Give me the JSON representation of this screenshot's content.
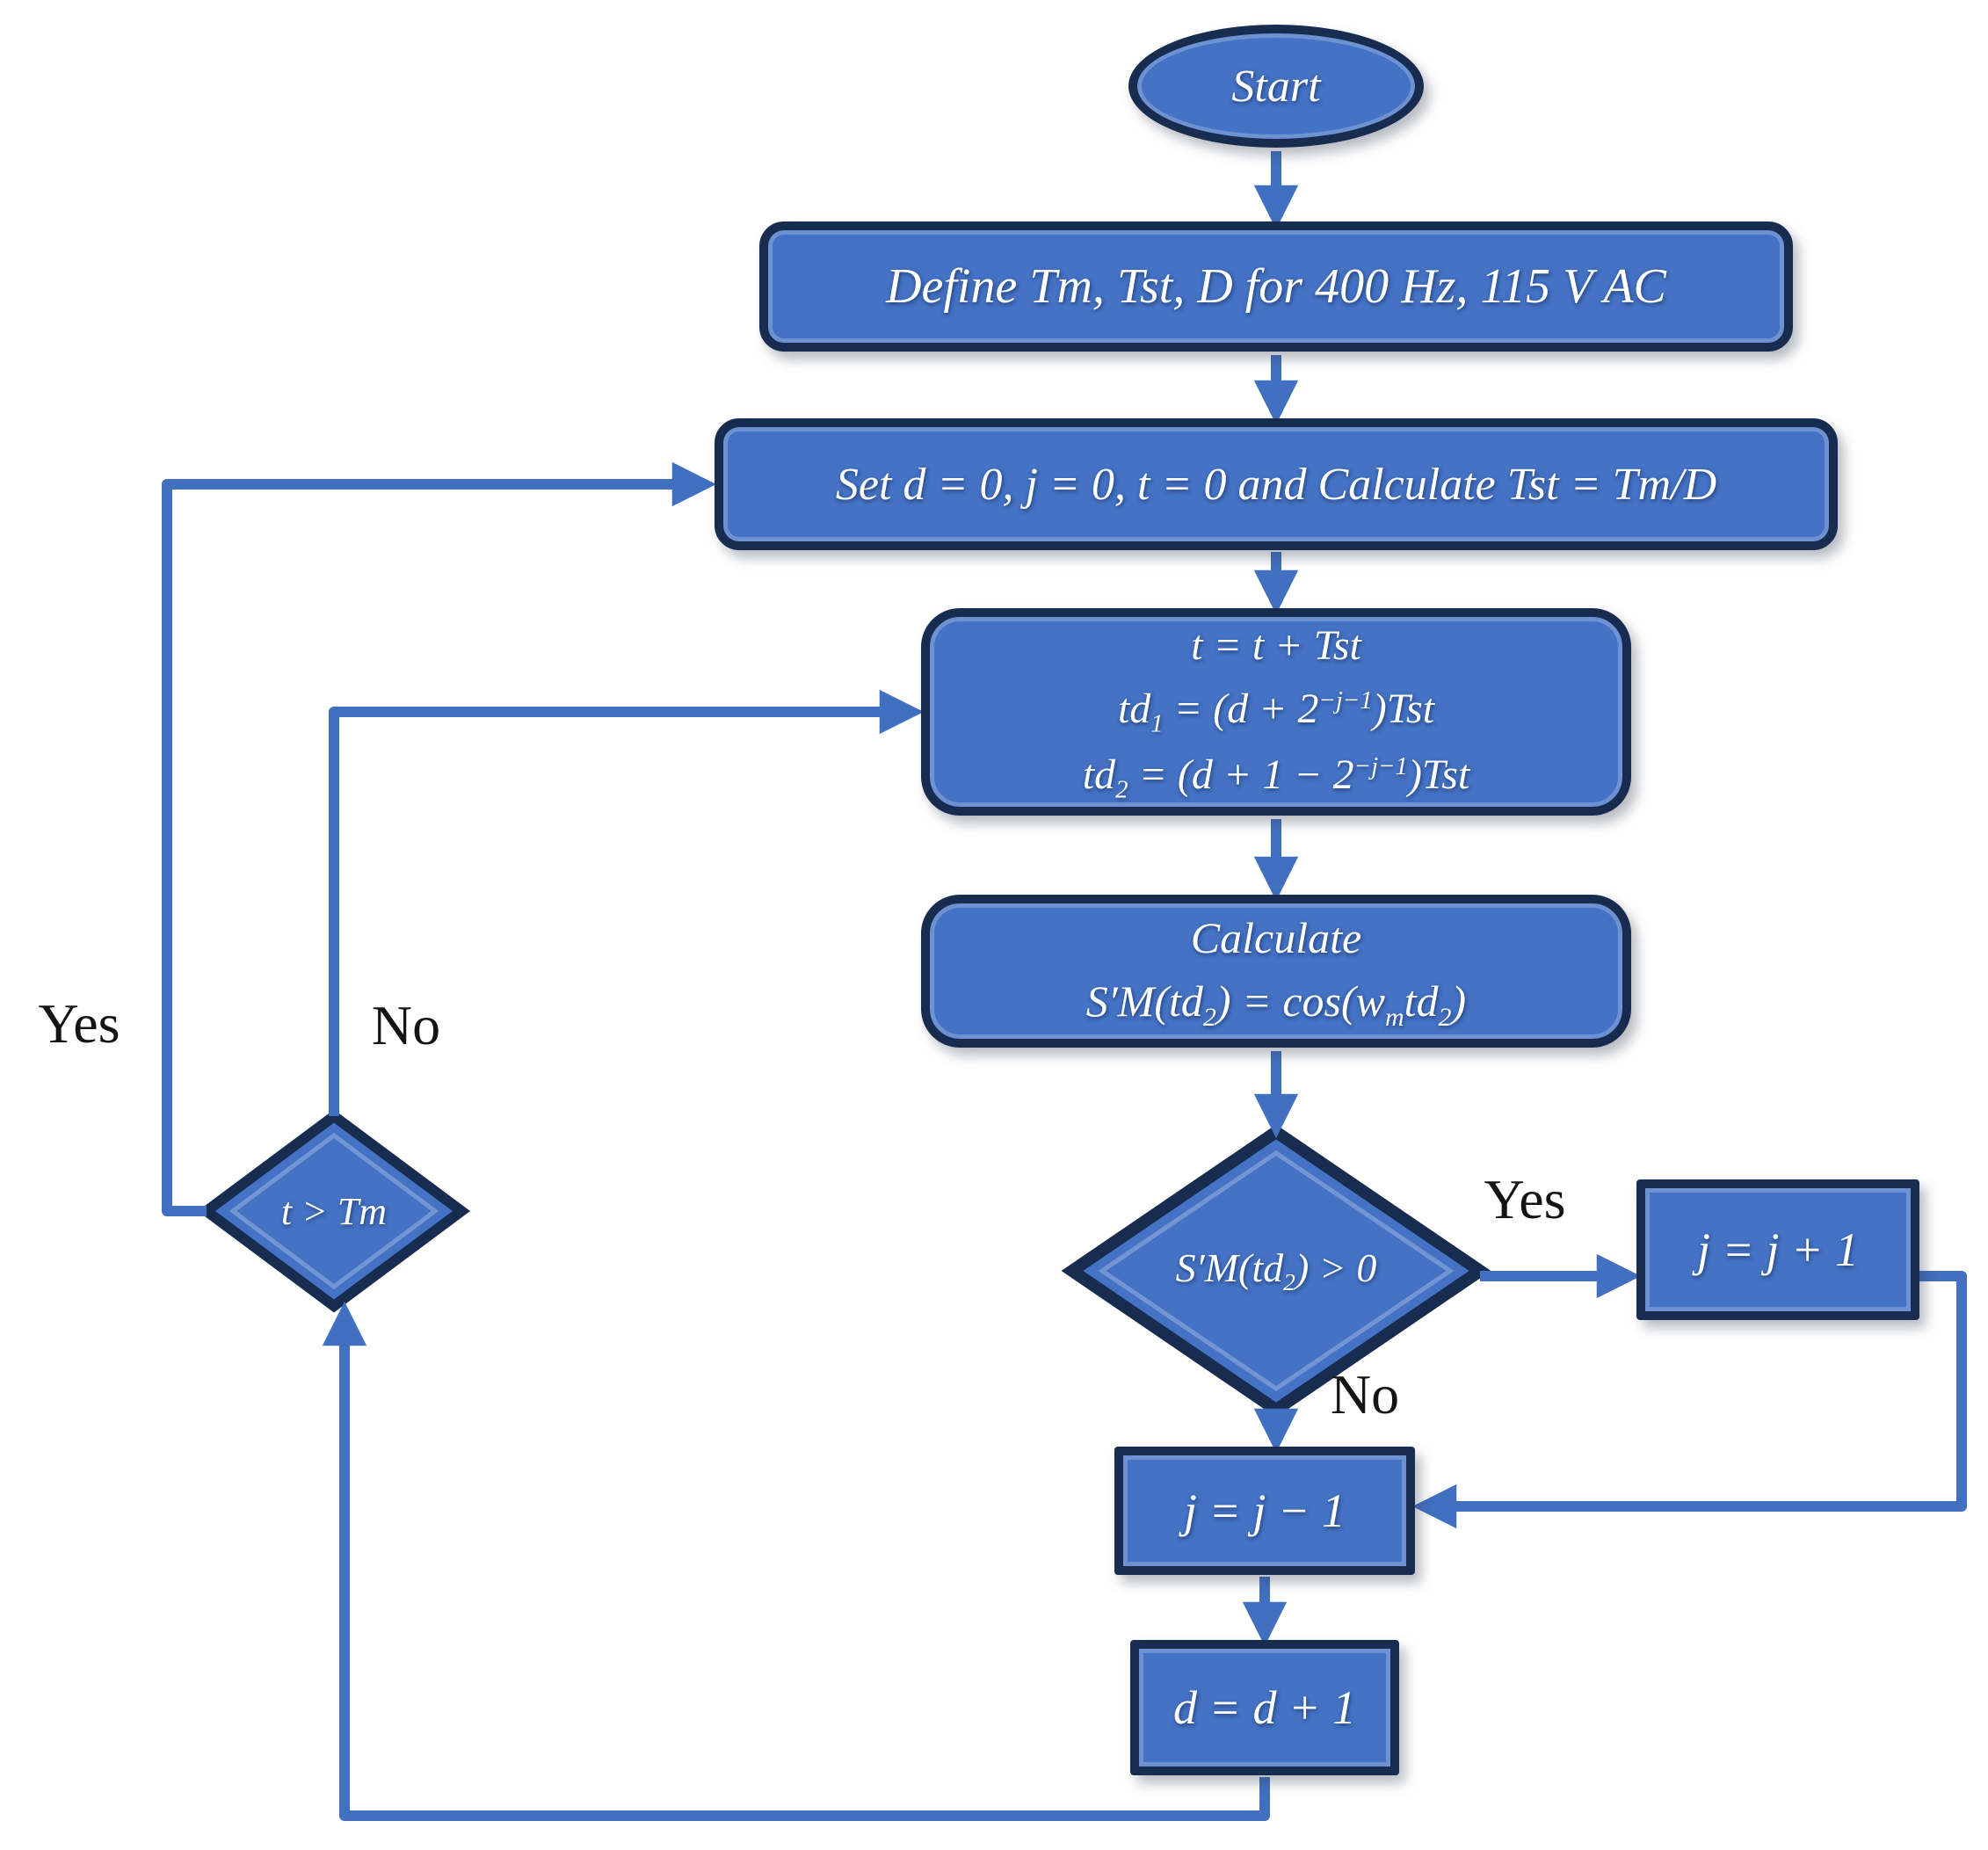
{
  "palette": {
    "shape_fill": "#4472c4",
    "shape_border": "#182c50",
    "connector": "#4170c0",
    "label_text": "#141414",
    "node_text": "#ffffff"
  },
  "nodes": {
    "start": {
      "lines": [
        [
          {
            "t": "Start"
          }
        ]
      ]
    },
    "define": {
      "lines": [
        [
          {
            "t": "Define Tm, Tst, D for 400 Hz, 115 V AC"
          }
        ]
      ]
    },
    "init": {
      "lines": [
        [
          {
            "t": "Set d = 0, j = 0, t = 0 and  Calculate  Tst = Tm/D"
          }
        ]
      ]
    },
    "step": {
      "lines": [
        [
          {
            "t": "t = t + Tst"
          }
        ],
        [
          {
            "t": "td"
          },
          {
            "sub": "1"
          },
          {
            "t": " = (d + 2"
          },
          {
            "sup": "−j−1"
          },
          {
            "t": ")Tst"
          }
        ],
        [
          {
            "t": "td"
          },
          {
            "sub": "2"
          },
          {
            "t": " = (d + 1 − 2"
          },
          {
            "sup": "−j−1"
          },
          {
            "t": ")Tst"
          }
        ]
      ]
    },
    "calc": {
      "lines": [
        [
          {
            "t": "Calculate"
          }
        ],
        [
          {
            "t": "S′M(td"
          },
          {
            "sub": "2"
          },
          {
            "t": ") = cos(w"
          },
          {
            "sub": "m"
          },
          {
            "t": "td"
          },
          {
            "sub": "2"
          },
          {
            "t": ")"
          }
        ]
      ]
    },
    "decision_sm": {
      "lines": [
        [
          {
            "t": "S′M(td"
          },
          {
            "sub": "2"
          },
          {
            "t": ") > 0"
          }
        ]
      ]
    },
    "inc_j": {
      "lines": [
        [
          {
            "t": "j = j + 1"
          }
        ]
      ]
    },
    "dec_j": {
      "lines": [
        [
          {
            "t": "j = j − 1"
          }
        ]
      ]
    },
    "inc_d": {
      "lines": [
        [
          {
            "t": "d = d + 1"
          }
        ]
      ]
    },
    "decision_t": {
      "lines": [
        [
          {
            "t": "t > Tm"
          }
        ]
      ]
    }
  },
  "labels": {
    "yes_left": "Yes",
    "no_left": "No",
    "yes_right": "Yes",
    "no_bottom": "No"
  }
}
